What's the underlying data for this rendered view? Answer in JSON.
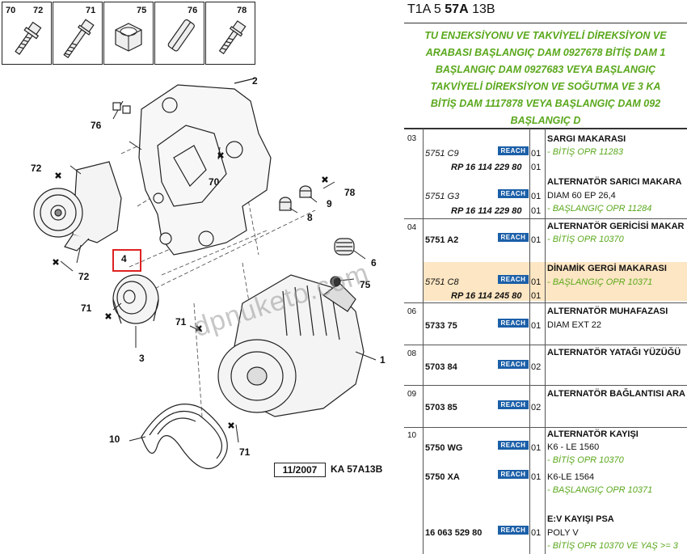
{
  "hardware": [
    {
      "nums": [
        "70",
        "72"
      ],
      "icon": "bolt-flange-icon"
    },
    {
      "nums": [
        "71"
      ],
      "icon": "bolt-long-icon"
    },
    {
      "nums": [
        "75"
      ],
      "icon": "nut-icon"
    },
    {
      "nums": [
        "76"
      ],
      "icon": "dowel-pin-icon"
    },
    {
      "nums": [
        "78"
      ],
      "icon": "bolt-short-icon"
    }
  ],
  "callouts": [
    "2",
    "76",
    "72",
    "70",
    "78",
    "9",
    "8",
    "4",
    "72",
    "6",
    "75",
    "71",
    "71",
    "3",
    "1",
    "10",
    "71"
  ],
  "footer": {
    "date": "11/2007",
    "ref": "KA 57A13B"
  },
  "watermark": "dpnuketo.com",
  "header": {
    "prefix": "T1A 5",
    "bold": "57A",
    "suffix": "13B"
  },
  "description": [
    "TU ENJEKSİYONU VE TAKVİYELİ DİREKSİYON VE",
    "ARABASI BAŞLANGIÇ DAM 0927678 BİTİŞ DAM 1",
    "BAŞLANGIÇ DAM 0927683 VEYA BAŞLANGIÇ",
    "TAKVİYELİ DİREKSİYON VE SOĞUTMA VE 3 KA",
    "BİTİŞ DAM 1117878 VEYA BAŞLANGIÇ DAM 092",
    "BAŞLANGIÇ D"
  ],
  "reach_label": "REACH",
  "rows": {
    "g03": "03",
    "g04": "04",
    "g06": "06",
    "g08": "08",
    "g09": "09",
    "g10": "10",
    "r1": {
      "ref": "5751 C9",
      "qty": "01",
      "rp": "RP 16 114 229 80",
      "rpqty": "01",
      "title": "SARGI MAKARASI",
      "note": "- BİTİŞ OPR 11283"
    },
    "r2": {
      "ref": "5751 G3",
      "qty": "01",
      "rp": "RP 16 114 229 80",
      "rpqty": "01",
      "title": "ALTERNATÖR SARICI MAKARA",
      "spec": "DIAM 60 EP 26,4",
      "note": "- BAŞLANGIÇ OPR 11284"
    },
    "r3": {
      "ref": "5751 A2",
      "qty": "01",
      "title": "ALTERNATÖR GERİCİSİ MAKAR",
      "note": "- BİTİŞ OPR 10370"
    },
    "r4": {
      "ref": "5751 C8",
      "qty": "01",
      "rp": "RP 16 114 245 80",
      "rpqty": "01",
      "title": "DİNAMİK GERGİ MAKARASI",
      "note": "- BAŞLANGIÇ OPR 10371"
    },
    "r5": {
      "ref": "5733 75",
      "qty": "01",
      "title": "ALTERNATÖR MUHAFAZASI",
      "spec": "DIAM EXT 22"
    },
    "r6": {
      "ref": "5703 84",
      "qty": "02",
      "title": "ALTERNATÖR YATAĞI YÜZÜĞÜ"
    },
    "r7": {
      "ref": "5703 85",
      "qty": "02",
      "title": "ALTERNATÖR BAĞLANTISI ARA"
    },
    "r8": {
      "ref": "5750 WG",
      "qty": "01",
      "title": "ALTERNATÖR KAYIŞI",
      "spec": "K6 - LE 1560",
      "note": "- BİTİŞ OPR 10370"
    },
    "r9": {
      "ref": "5750 XA",
      "qty": "01",
      "spec": "K6-LE 1564",
      "note": "- BAŞLANGIÇ OPR 10371"
    },
    "r10": {
      "ref": "16 063 529 80",
      "qty": "01",
      "title": "E:V KAYIŞI PSA",
      "spec": "POLY V",
      "note": "- BİTİŞ OPR 10370 VE YAŞ >= 3"
    }
  }
}
